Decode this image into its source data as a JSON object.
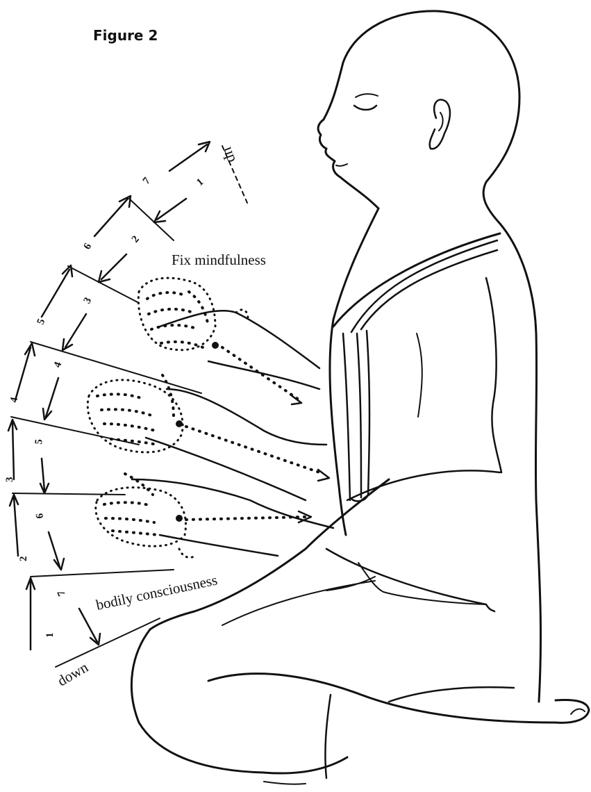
{
  "figure": {
    "title": "Figure 2",
    "labels": {
      "up": "up",
      "down": "down",
      "fix": "Fix mindfulness",
      "bodily": "bodily consciousness"
    },
    "numbers": {
      "outer": [
        "1",
        "2",
        "3",
        "4",
        "5",
        "6",
        "7"
      ],
      "inner": [
        "1",
        "2",
        "3",
        "4",
        "5",
        "6",
        "7"
      ]
    },
    "colors": {
      "ink": "#111111",
      "paper": "#ffffff"
    }
  }
}
